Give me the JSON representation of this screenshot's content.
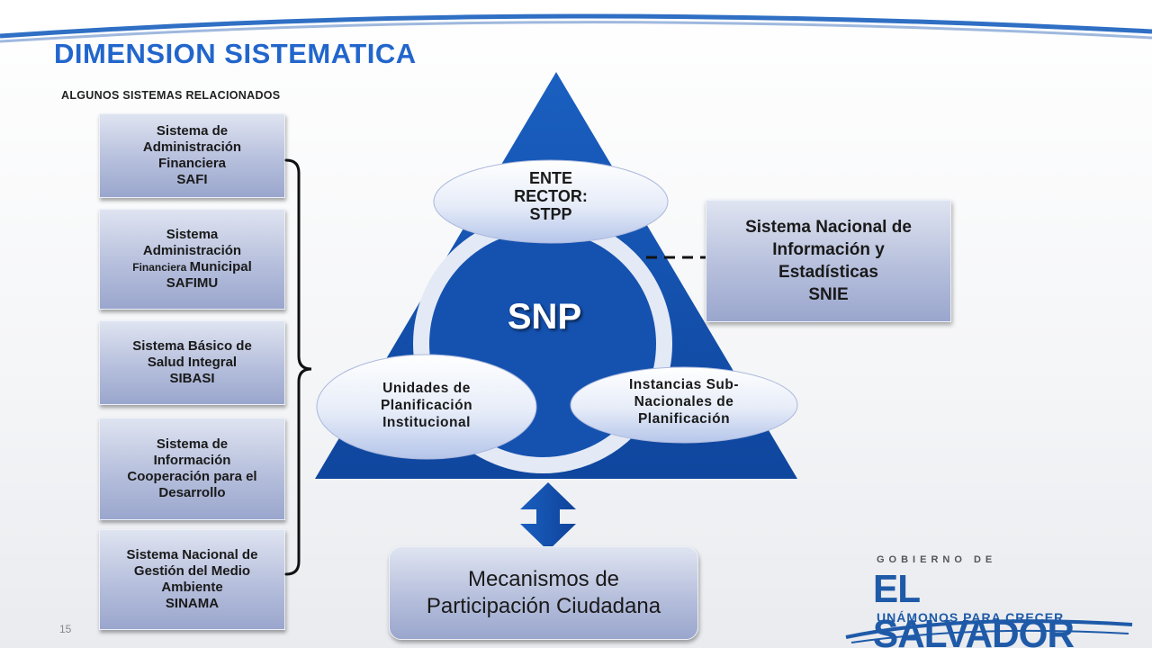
{
  "title": "DIMENSION SISTEMATICA",
  "subtitle": "ALGUNOS SISTEMAS RELACIONADOS",
  "systems": [
    {
      "label": "Sistema de\nAdministración\nFinanciera\nSAFI"
    },
    {
      "line1": "Sistema\nAdministración\n",
      "small": "Financiera ",
      "line2": "Municipal\nSAFIMU"
    },
    {
      "label": "Sistema Básico de\nSalud Integral\nSIBASI"
    },
    {
      "label": "Sistema de\nInformación\nCooperación para el\nDesarrollo"
    },
    {
      "label": "Sistema Nacional de\nGestión del Medio\nAmbiente\nSINAMA"
    }
  ],
  "center": {
    "snp": "SNP",
    "ente_rector": "ENTE\nRECTOR:\nSTPP",
    "unidades": "Unidades de\nPlanificación\nInstitucional",
    "instancias": "Instancias Sub-\nNacionales de\nPlanificación"
  },
  "snie": "Sistema  Nacional de\nInformación  y\nEstadísticas\nSNIE",
  "mecanismos": "Mecanismos de\nParticipación Ciudadana",
  "page_number": "15",
  "logo": {
    "top": "GOBIERNO DE",
    "main": "EL SALVADOR",
    "slogan": "UNÁMONOS PARA CRECER"
  },
  "colors": {
    "title": "#2266cc",
    "triangle": "#1552b0",
    "box_fill": "#b6bfdc",
    "logo_blue": "#1e5aa8"
  }
}
